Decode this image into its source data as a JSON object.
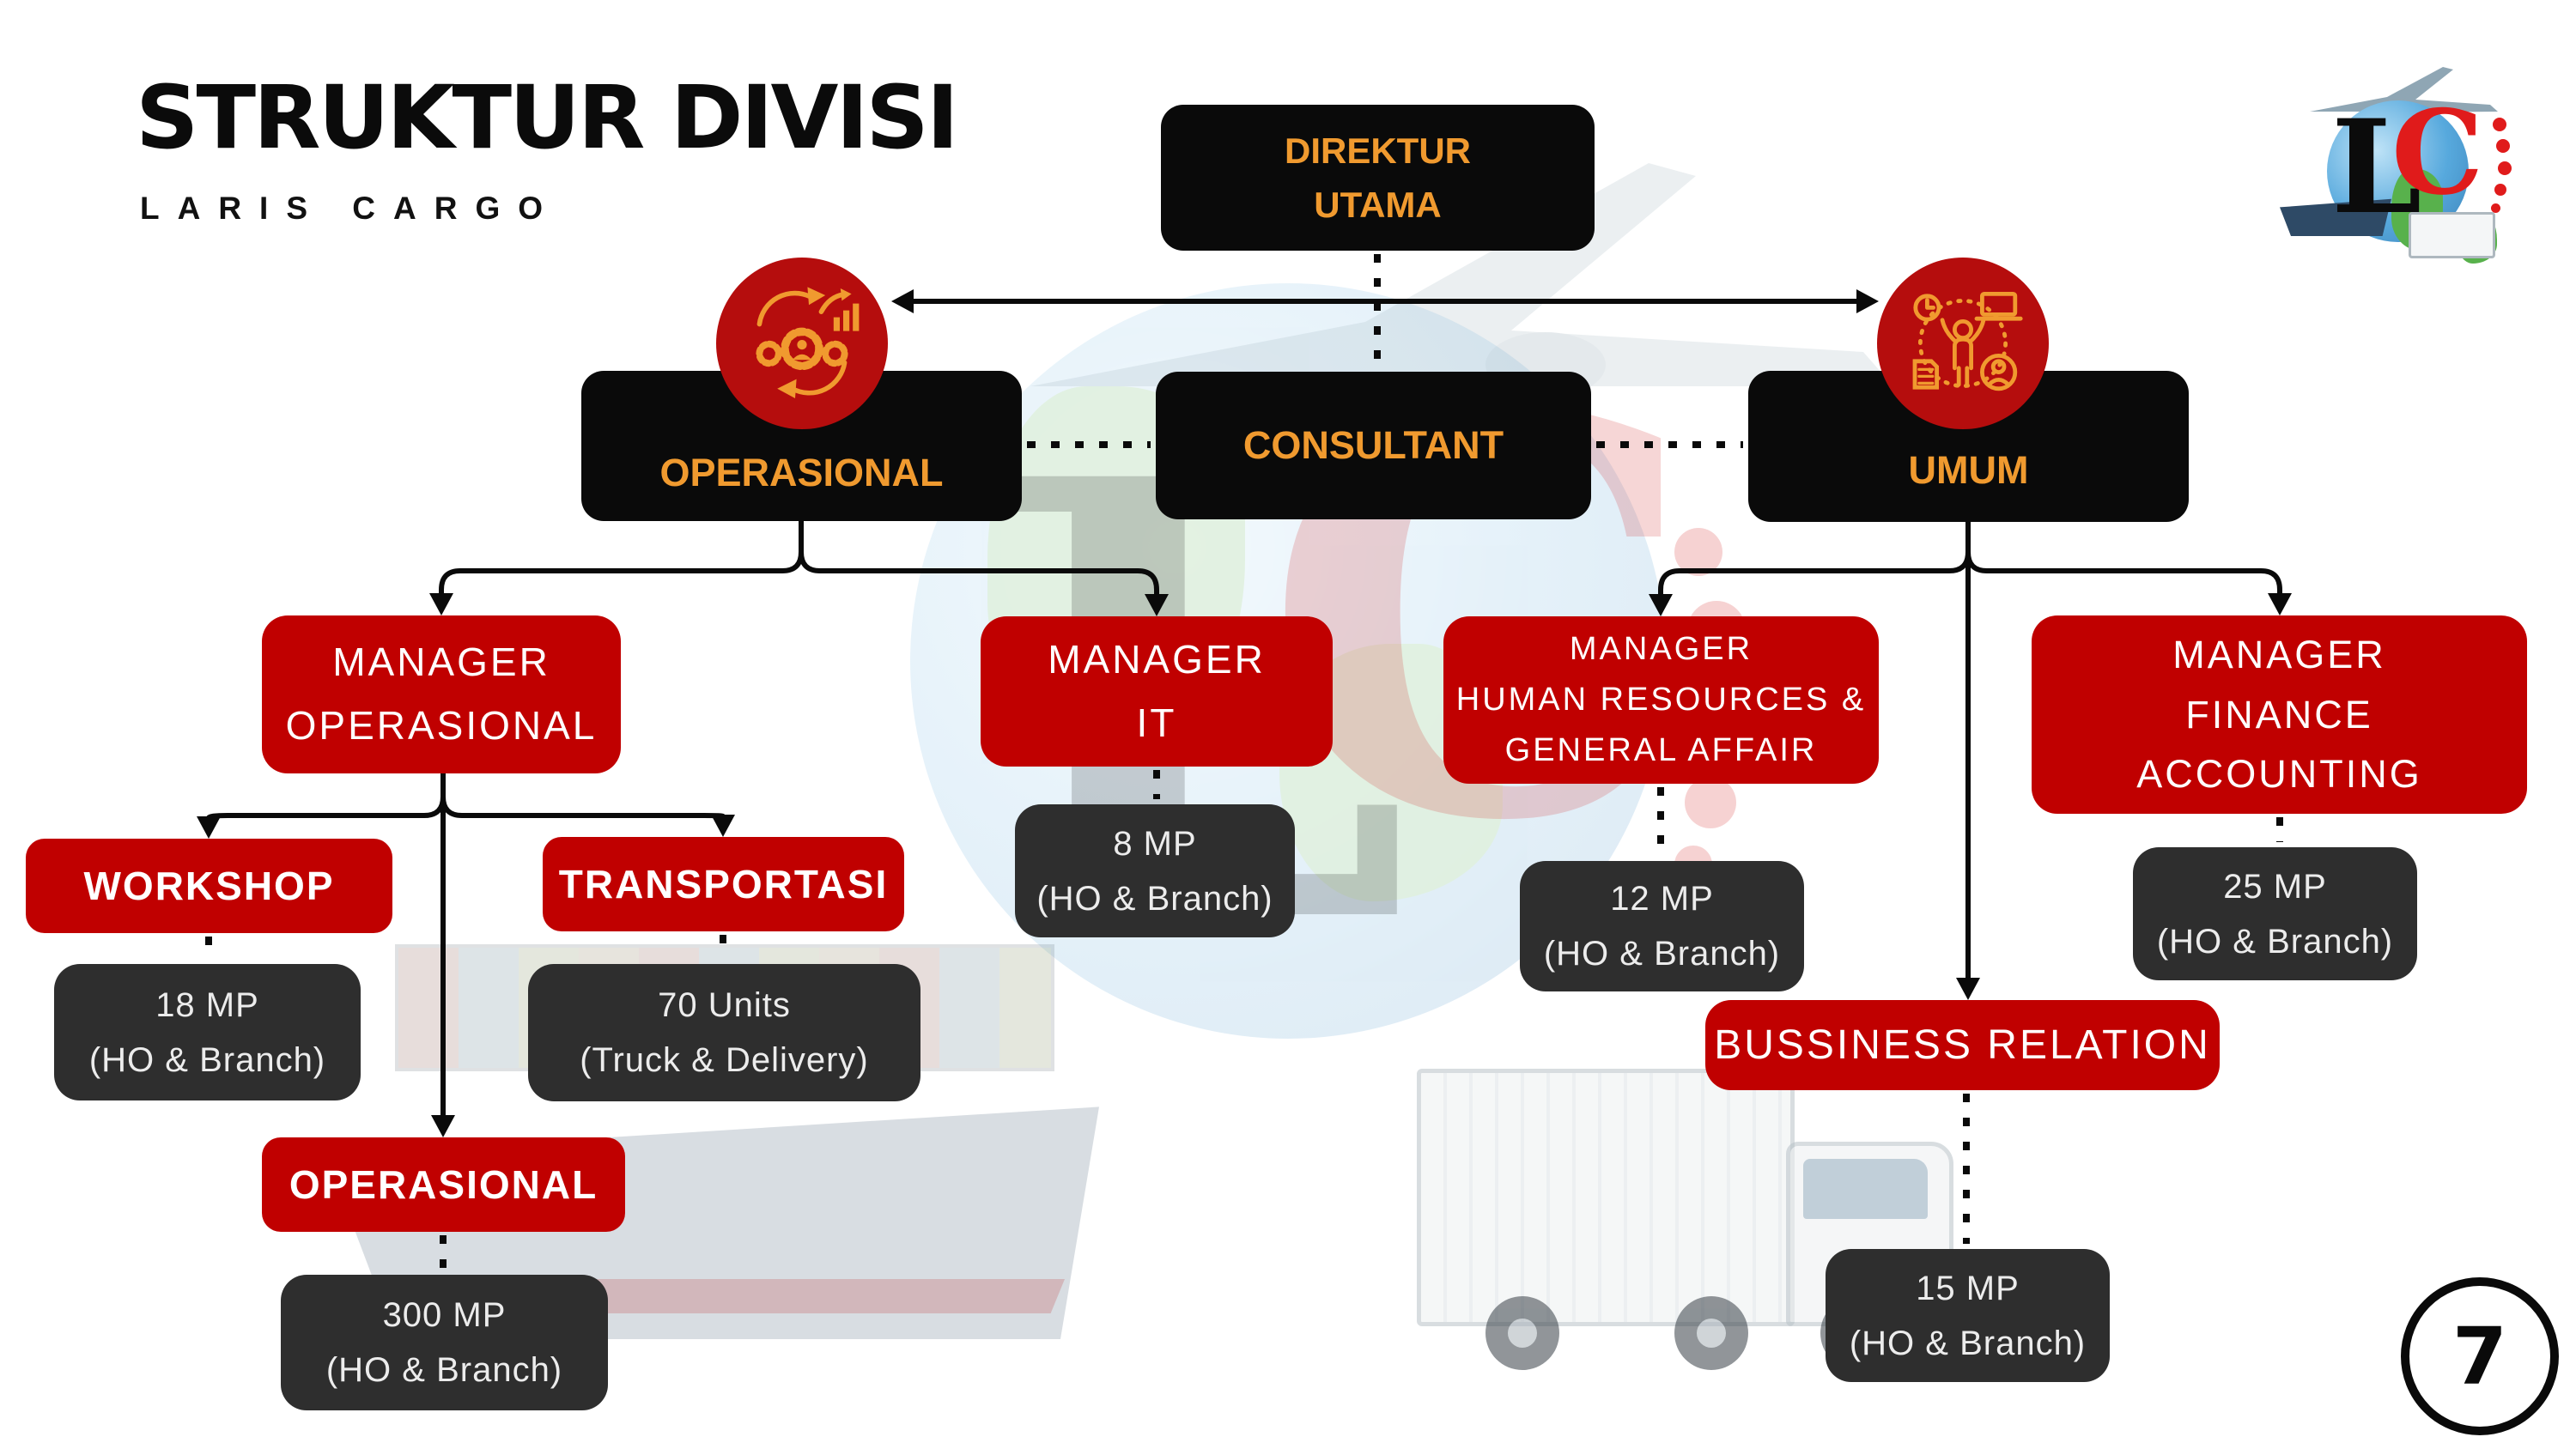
{
  "header": {
    "title": "STRUKTUR DIVISI",
    "subtitle": "LARIS CARGO"
  },
  "page": {
    "number": "7"
  },
  "logo": {
    "letter_l": "L",
    "letter_c": "C"
  },
  "colors": {
    "accent_red": "#C00000",
    "badge_red": "#B50D0D",
    "accent_orange": "#F09A2F",
    "box_black": "#0A0A0A",
    "box_gray": "#2E2E2E"
  },
  "icons": {
    "operasional_badge": "process-gears-icon",
    "umum_badge": "people-management-icon",
    "logo": "laris-cargo-logo"
  },
  "nodes": {
    "direktur": {
      "lines": [
        "DIREKTUR",
        "UTAMA"
      ]
    },
    "operasional": {
      "label": "OPERASIONAL"
    },
    "consultant": {
      "label": "CONSULTANT"
    },
    "umum": {
      "label": "UMUM"
    },
    "mgr_operasional": {
      "lines": [
        "MANAGER",
        "OPERASIONAL"
      ]
    },
    "mgr_it": {
      "lines": [
        "MANAGER",
        "IT"
      ]
    },
    "mgr_hr": {
      "lines": [
        "MANAGER",
        "HUMAN RESOURCES &",
        "GENERAL AFFAIR"
      ]
    },
    "mgr_finance": {
      "lines": [
        "MANAGER",
        "FINANCE",
        "ACCOUNTING"
      ]
    },
    "workshop": {
      "label": "WORKSHOP"
    },
    "transportasi": {
      "label": "TRANSPORTASI"
    },
    "operasional_sub": {
      "label": "OPERASIONAL"
    },
    "bussiness_relation": {
      "label": "BUSSINESS RELATION"
    },
    "mp_workshop": {
      "lines": [
        "18 MP",
        "(HO & Branch)"
      ]
    },
    "mp_transportasi": {
      "lines": [
        "70 Units",
        "(Truck & Delivery)"
      ]
    },
    "mp_operasional": {
      "lines": [
        "300 MP",
        "(HO & Branch)"
      ]
    },
    "mp_it": {
      "lines": [
        "8 MP",
        "(HO & Branch)"
      ]
    },
    "mp_hr": {
      "lines": [
        "12 MP",
        "(HO & Branch)"
      ]
    },
    "mp_finance": {
      "lines": [
        "25 MP",
        "(HO & Branch)"
      ]
    },
    "mp_bussiness": {
      "lines": [
        "15 MP",
        "(HO & Branch)"
      ]
    }
  }
}
